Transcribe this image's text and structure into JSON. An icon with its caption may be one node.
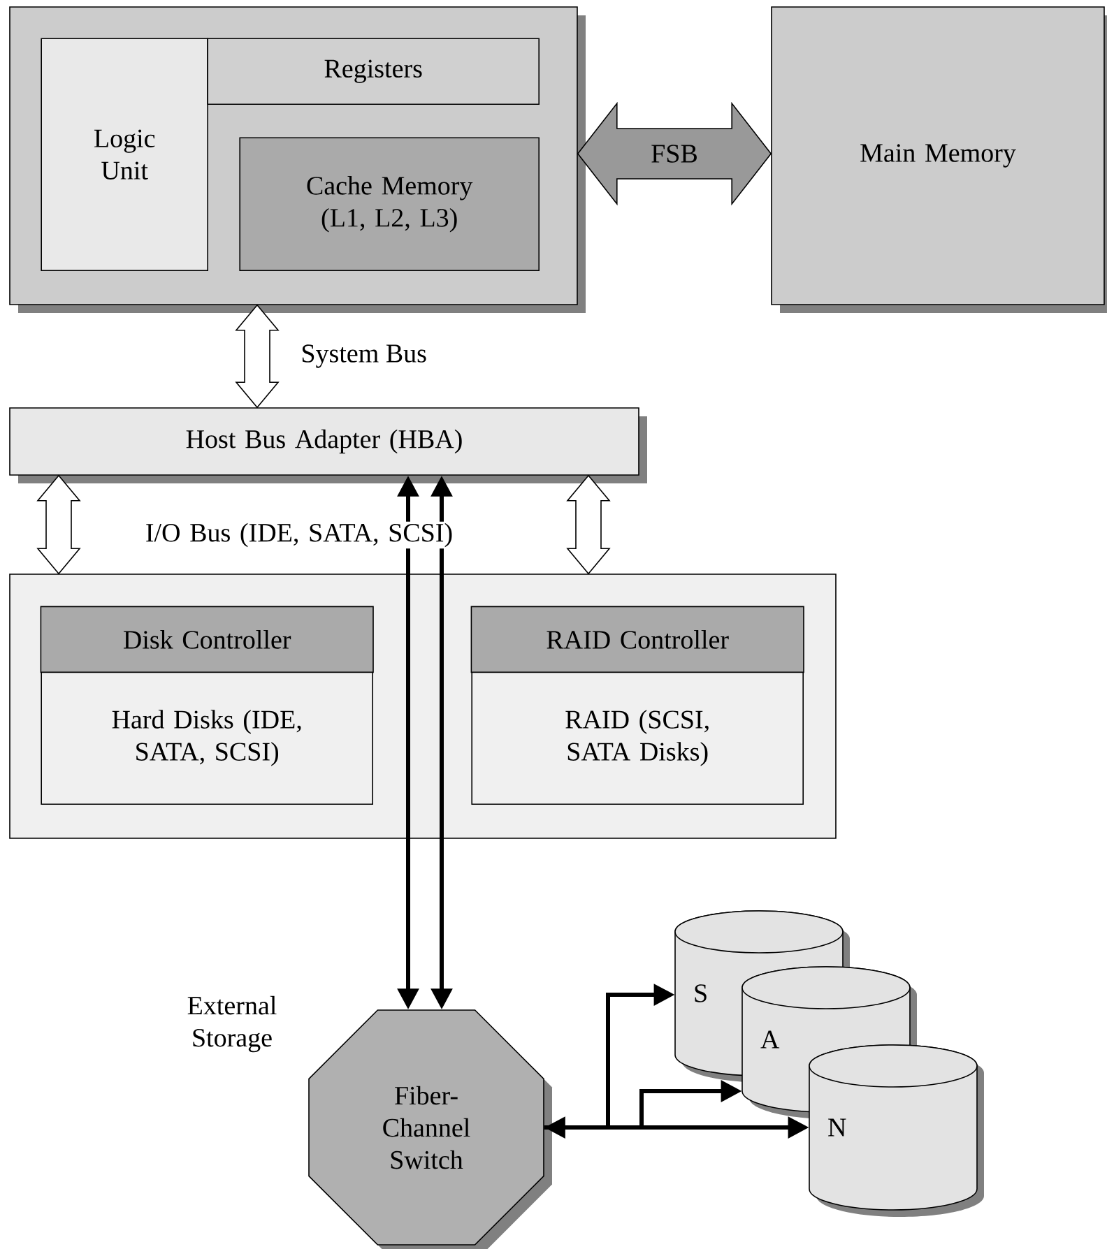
{
  "diagram": {
    "nodes": [
      {
        "text": [],
        "shape": "box"
      },
      {
        "text": [
          "Logic Unit"
        ],
        "in": 0
      },
      {
        "text": [
          "Registers"
        ],
        "in": 0
      },
      {
        "text": [
          "Cache Memory (L1, L2, L3)"
        ],
        "in": 0
      },
      {
        "text": [
          "Main Memory"
        ]
      },
      {
        "text": [
          "Host Bus Adapter (HBA)"
        ]
      },
      {
        "text": [],
        "shape": "box"
      },
      {
        "text": [
          "Disk Controller",
          "Hard Disks (IDE, SATA, SCSI)"
        ],
        "in": 6
      },
      {
        "text": [
          "RAID Controller",
          "RAID (SCSI, SATA Disks)"
        ],
        "in": 6
      },
      {
        "text": [
          "Fiber-Channel Switch"
        ]
      },
      {
        "text": [
          "S"
        ]
      },
      {
        "text": [
          "A"
        ]
      },
      {
        "text": [
          "N"
        ]
      }
    ],
    "edges": [
      {
        "from": 0,
        "to": 4,
        "arrow": "both",
        "label": "FSB",
        "color": "#999999"
      },
      {
        "from": 0,
        "to": 5,
        "arrow": "both",
        "label": "System Bus"
      },
      {
        "from": 5,
        "to": 6,
        "arrow": "both"
      },
      {
        "from": 5,
        "to": 6,
        "arrow": "both"
      },
      {
        "from": 5,
        "to": 9,
        "arrow": "both"
      },
      {
        "from": 5,
        "to": 9,
        "arrow": "both"
      },
      {
        "from": 9,
        "to": 10,
        "arrow": "to"
      },
      {
        "from": 9,
        "to": 11,
        "arrow": "to"
      },
      {
        "from": 9,
        "to": 12,
        "arrow": "both"
      }
    ],
    "labels": [
      "I/O Bus (IDE, SATA, SCSI)",
      "External Storage"
    ]
  }
}
